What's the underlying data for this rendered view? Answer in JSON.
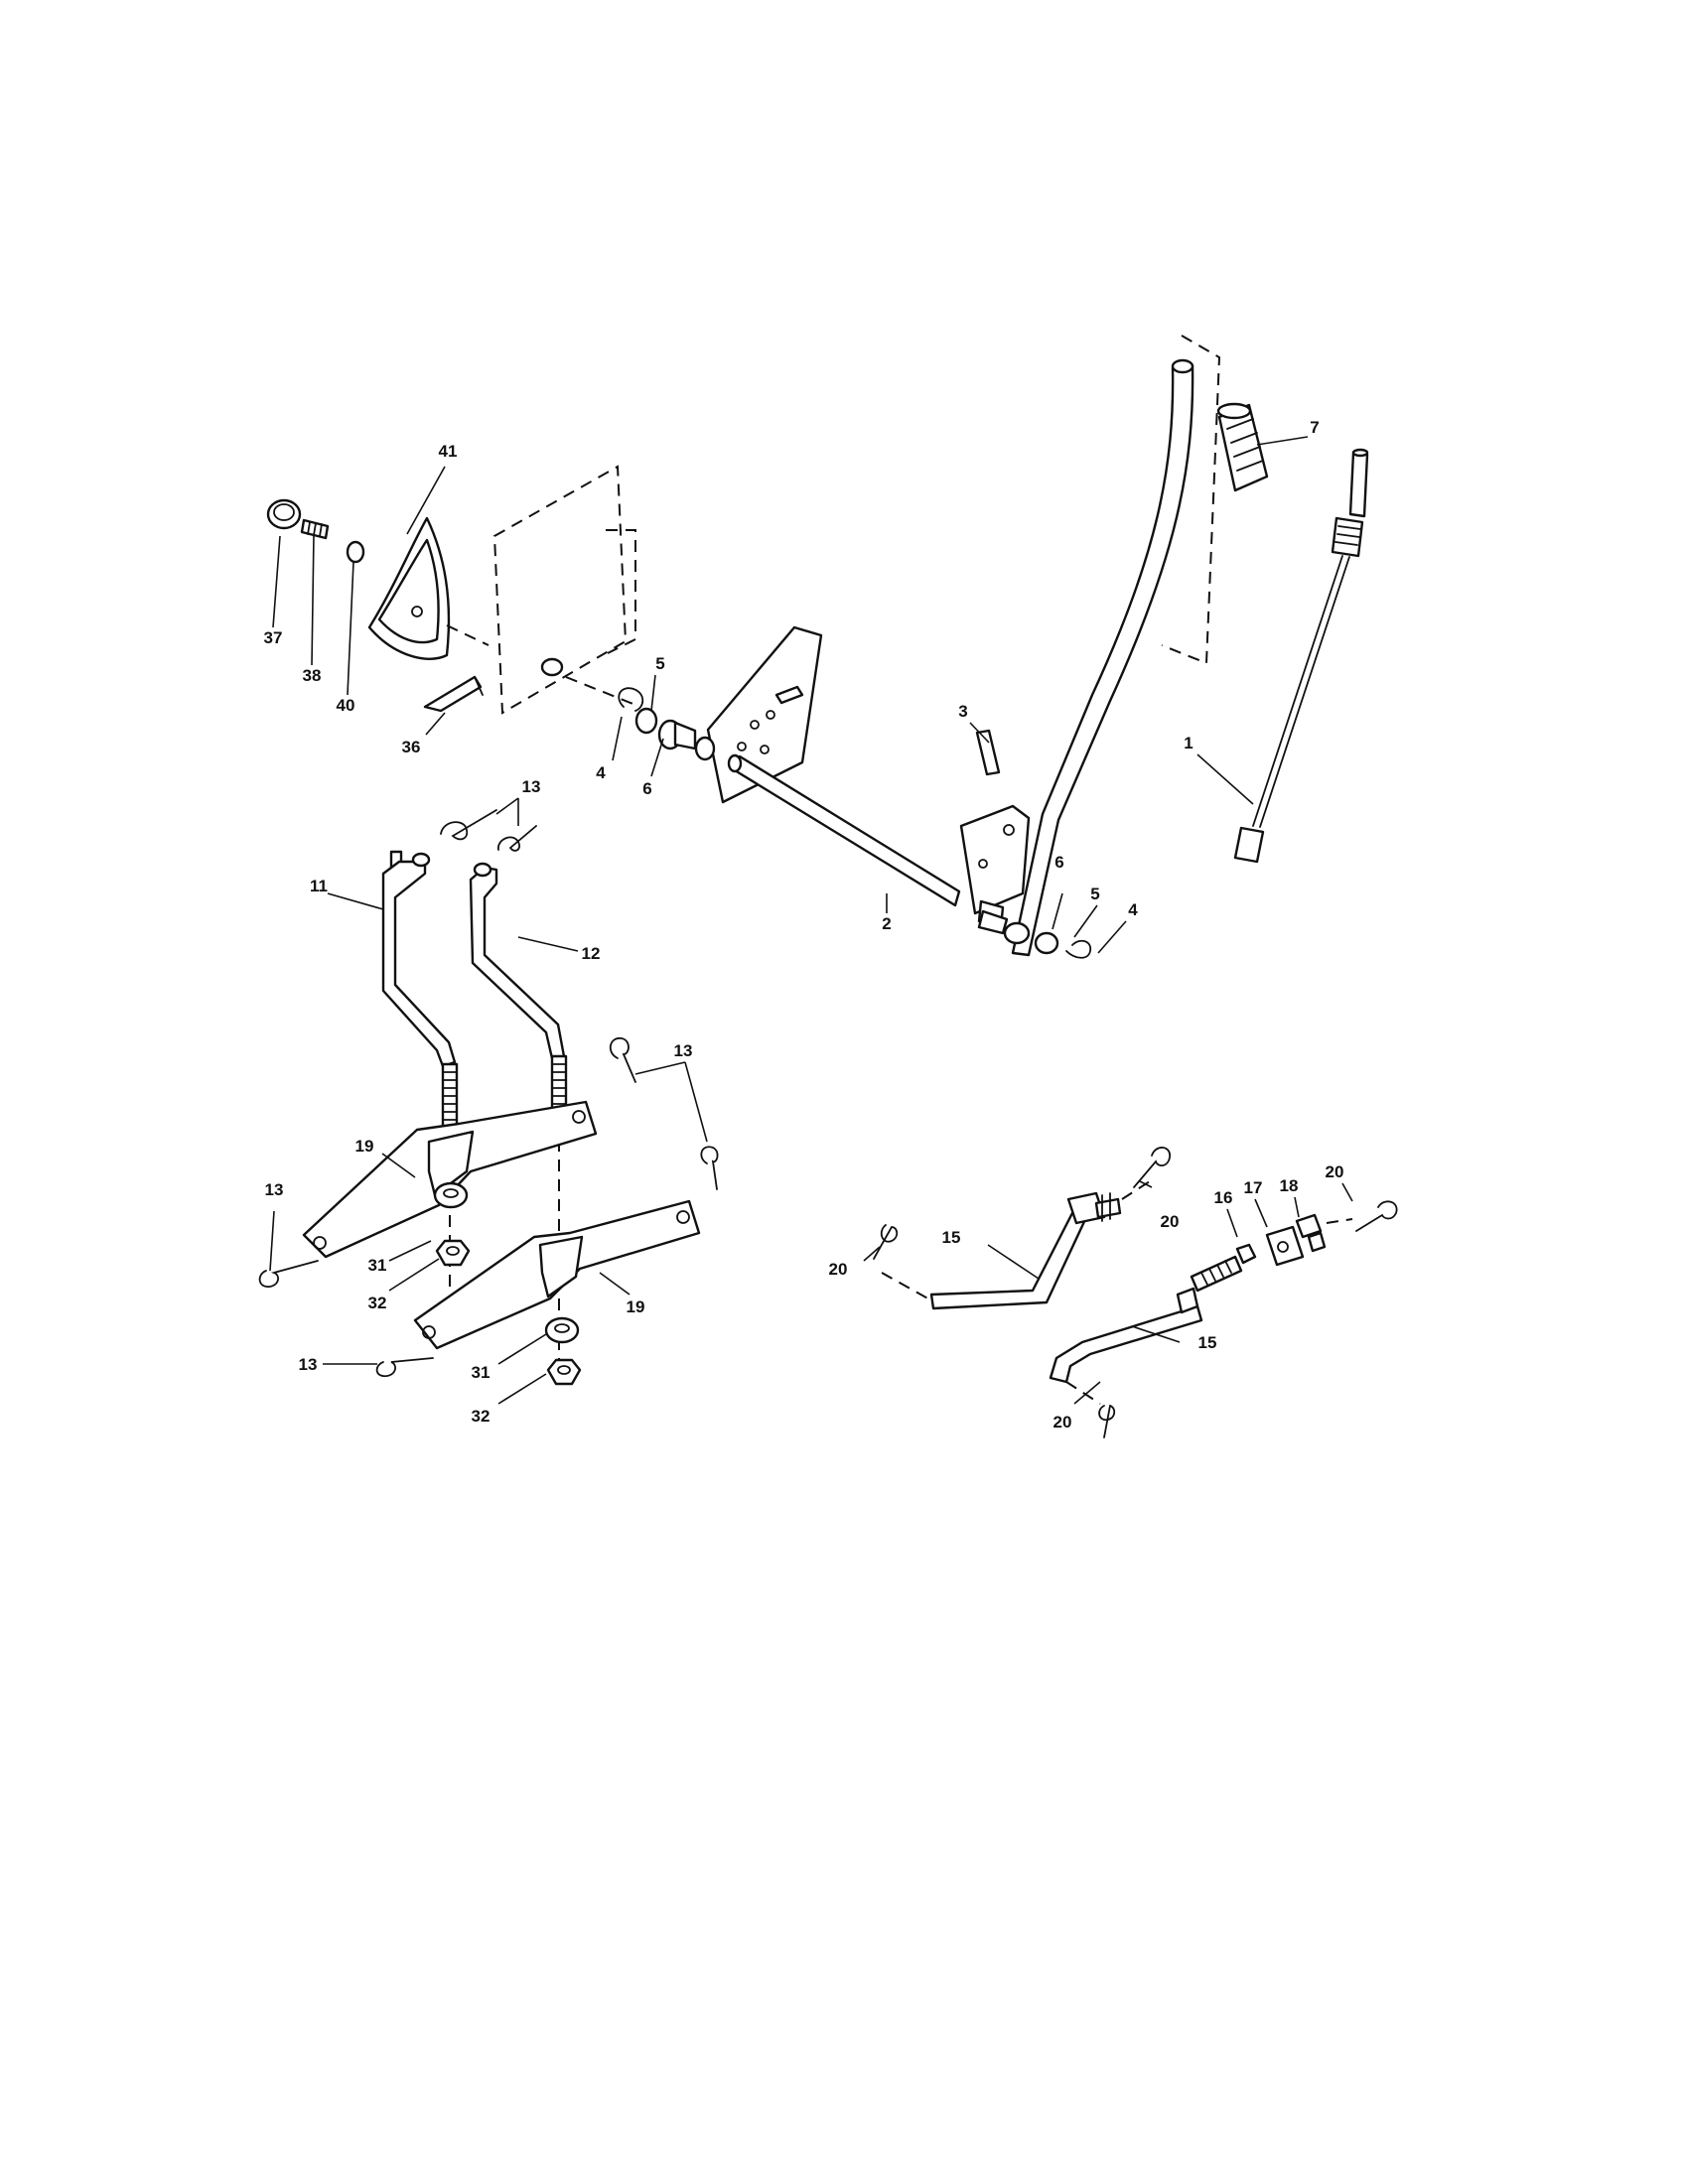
{
  "callouts": [
    {
      "id": "c1",
      "text": "1"
    },
    {
      "id": "c2",
      "text": "2"
    },
    {
      "id": "c3",
      "text": "3"
    },
    {
      "id": "c4a",
      "text": "4"
    },
    {
      "id": "c4b",
      "text": "4"
    },
    {
      "id": "c5a",
      "text": "5"
    },
    {
      "id": "c5b",
      "text": "5"
    },
    {
      "id": "c6a",
      "text": "6"
    },
    {
      "id": "c6b",
      "text": "6"
    },
    {
      "id": "c7",
      "text": "7"
    },
    {
      "id": "c11",
      "text": "11"
    },
    {
      "id": "c12",
      "text": "12"
    },
    {
      "id": "c13a",
      "text": "13"
    },
    {
      "id": "c13b",
      "text": "13"
    },
    {
      "id": "c13c",
      "text": "13"
    },
    {
      "id": "c13d",
      "text": "13"
    },
    {
      "id": "c15a",
      "text": "15"
    },
    {
      "id": "c15b",
      "text": "15"
    },
    {
      "id": "c16",
      "text": "16"
    },
    {
      "id": "c17",
      "text": "17"
    },
    {
      "id": "c18",
      "text": "18"
    },
    {
      "id": "c19a",
      "text": "19"
    },
    {
      "id": "c19b",
      "text": "19"
    },
    {
      "id": "c20a",
      "text": "20"
    },
    {
      "id": "c20b",
      "text": "20"
    },
    {
      "id": "c20c",
      "text": "20"
    },
    {
      "id": "c20d",
      "text": "20"
    },
    {
      "id": "c31a",
      "text": "31"
    },
    {
      "id": "c31b",
      "text": "31"
    },
    {
      "id": "c32a",
      "text": "32"
    },
    {
      "id": "c32b",
      "text": "32"
    },
    {
      "id": "c36",
      "text": "36"
    },
    {
      "id": "c37",
      "text": "37"
    },
    {
      "id": "c38",
      "text": "38"
    },
    {
      "id": "c40",
      "text": "40"
    },
    {
      "id": "c41",
      "text": "41"
    }
  ]
}
